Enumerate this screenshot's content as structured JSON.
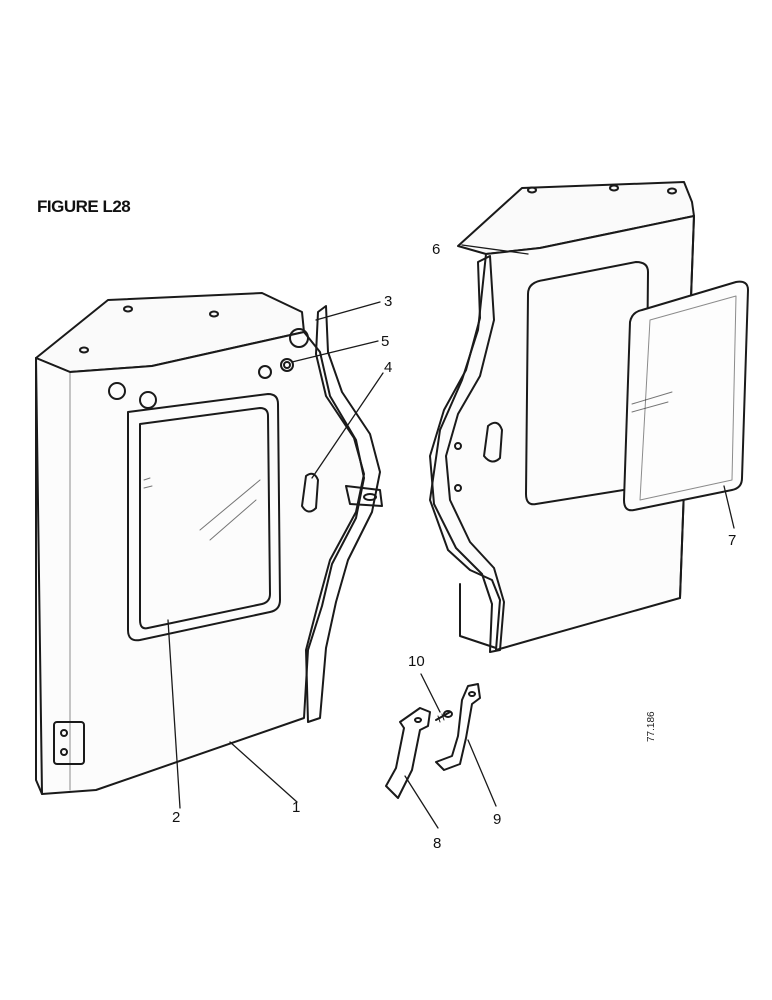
{
  "figure": {
    "title": "FIGURE L28",
    "reference_code": "77.186"
  },
  "callouts": [
    "1",
    "2",
    "3",
    "4",
    "5",
    "6",
    "7",
    "8",
    "9",
    "10"
  ]
}
